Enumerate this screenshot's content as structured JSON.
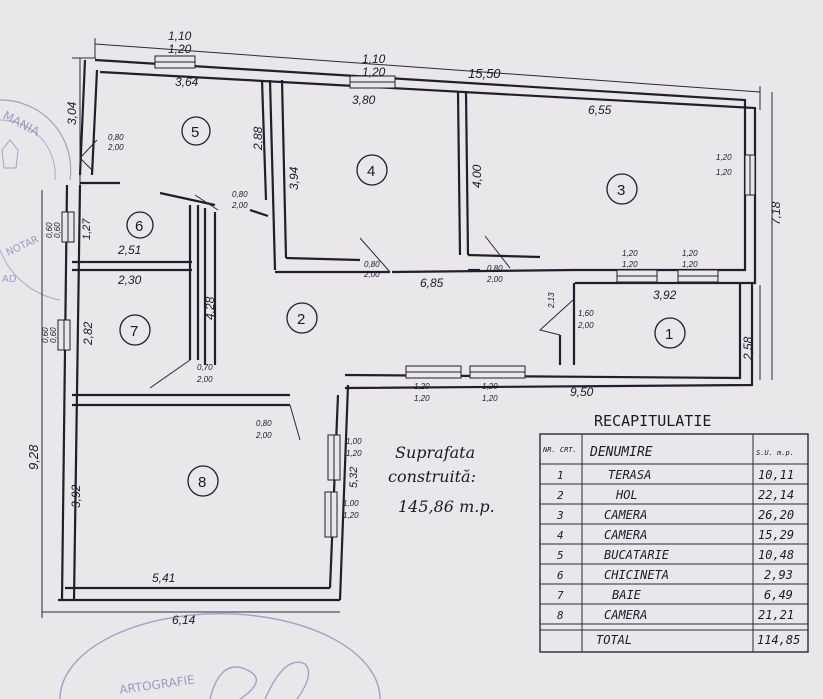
{
  "dimensions": {
    "top_window": "1,10",
    "top_window_b": "1,20",
    "total_width": "15,50",
    "w_5": "3,64",
    "win_4a": "1,10",
    "win_4b": "1,20",
    "w_4": "3,80",
    "w_3": "6,55",
    "left_3_04": "3,04",
    "h_4_2_88": "2,88",
    "h_4": "3,94",
    "h_3": "4,00",
    "win_3a": "1,20",
    "win_3b": "1,20",
    "right_7_18": "7,18",
    "door_5a": "0,80",
    "door_5b": "2,00",
    "door_6a": "0,80",
    "door_6b": "2,00",
    "door_4a": "0,80",
    "door_4b": "2,00",
    "door_3a": "0,80",
    "door_3b": "2,00",
    "w6_a": "0,60",
    "w6_b": "0,60",
    "h_6": "1,27",
    "w_6": "2,51",
    "w_2_6_85": "6,85",
    "win_t1a": "1,20",
    "win_t1b": "1,20",
    "win_t2a": "1,20",
    "win_t2b": "1,20",
    "w_7": "2,30",
    "w7_a": "0,60",
    "w7_b": "0,60",
    "h_7": "2,82",
    "h_2_4_28": "4,28",
    "h_2_13": "2,13",
    "door_1a": "1,60",
    "door_1b": "2,00",
    "w_1": "3,92",
    "h_1": "2,58",
    "door_7a": "0,70",
    "door_7b": "2,00",
    "w_1_9_50": "9,50",
    "win_1a": "1,20",
    "win_1b": "1,20",
    "win_1c": "1,20",
    "win_1d": "1,20",
    "door_8a": "0,80",
    "door_8b": "2,00",
    "win_8a": "1,00",
    "win_8b": "1,20",
    "win_8c": "1,00",
    "win_8d": "1,20",
    "h_8_5_32": "5,32",
    "left_9_28": "9,28",
    "h_8": "3,92",
    "w_8": "5,41",
    "w_total_8": "6,14"
  },
  "rooms": [
    "1",
    "2",
    "3",
    "4",
    "5",
    "6",
    "7",
    "8"
  ],
  "built_area": {
    "line1": "Suprafata",
    "line2": "construită:",
    "line3": "145,86 m.p."
  },
  "table": {
    "title": "RECAPITULATIE",
    "h_nr": "NR. CRT.",
    "h_name": "DENUMIRE",
    "h_area": "S.U. m.p.",
    "rows": [
      {
        "nr": "1",
        "name": "TERASA",
        "area": "10,11"
      },
      {
        "nr": "2",
        "name": "HOL",
        "area": "22,14"
      },
      {
        "nr": "3",
        "name": "CAMERA",
        "area": "26,20"
      },
      {
        "nr": "4",
        "name": "CAMERA",
        "area": "15,29"
      },
      {
        "nr": "5",
        "name": "BUCATARIE",
        "area": "10,48"
      },
      {
        "nr": "6",
        "name": "CHICINETA",
        "area": "2,93"
      },
      {
        "nr": "7",
        "name": "BAIE",
        "area": "6,49"
      },
      {
        "nr": "8",
        "name": "CAMERA",
        "area": "21,21"
      }
    ],
    "total_label": "TOTAL",
    "total_area": "114,85"
  },
  "stamps": {
    "top": "MANIA",
    "mid": "NOTAR",
    "bottom": "ARTOGRAFIE"
  },
  "colors": {
    "paper": "#e9e7e9",
    "ink": "#1f1f2e",
    "stamp": "#8b7fb5"
  }
}
